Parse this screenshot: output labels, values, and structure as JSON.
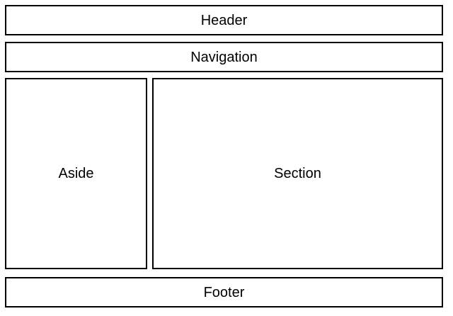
{
  "layout": {
    "header": {
      "label": "Header"
    },
    "navigation": {
      "label": "Navigation"
    },
    "aside": {
      "label": "Aside"
    },
    "section": {
      "label": "Section"
    },
    "footer": {
      "label": "Footer"
    }
  }
}
